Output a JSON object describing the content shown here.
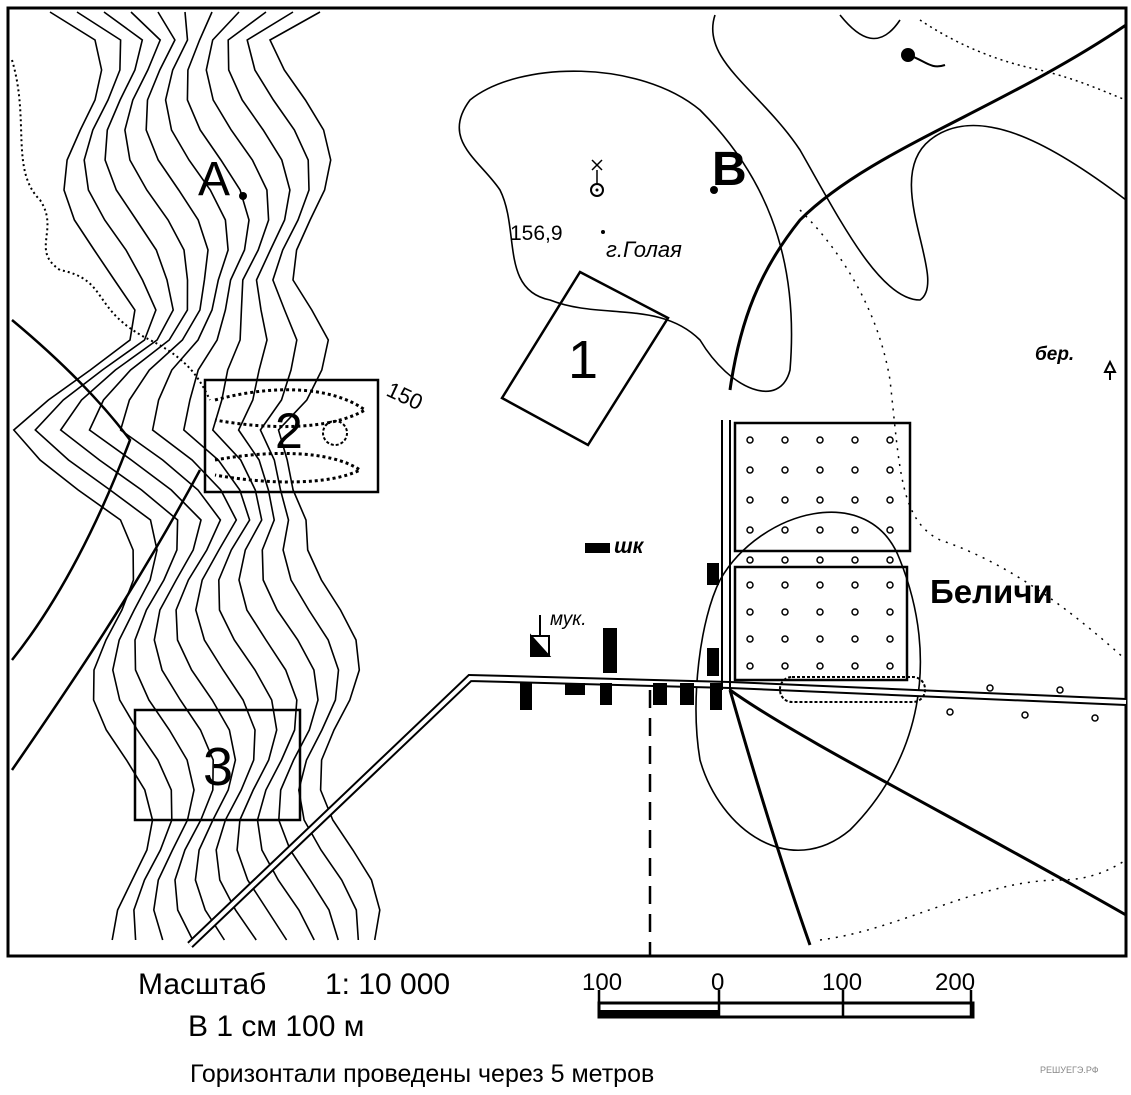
{
  "map": {
    "points": {
      "a": "A",
      "b": "B"
    },
    "areas": {
      "one": "1",
      "two": "2",
      "three": "3"
    },
    "elevation": "156,9",
    "hill_name": "г.Голая",
    "contour_label": "150",
    "birch_label": "бер.",
    "school_label": "шк",
    "mill_label": "мук.",
    "village": "Беличи"
  },
  "legend": {
    "scale_word": "Масштаб",
    "scale_ratio": "1: 10 000",
    "scale_text": "В 1 см 100 м",
    "contour_note": "Горизонтали проведены через 5 метров",
    "scale_bar_ticks": [
      "100",
      "0",
      "100",
      "200"
    ]
  },
  "watermark": "РЕШУЕГЭ.РФ"
}
